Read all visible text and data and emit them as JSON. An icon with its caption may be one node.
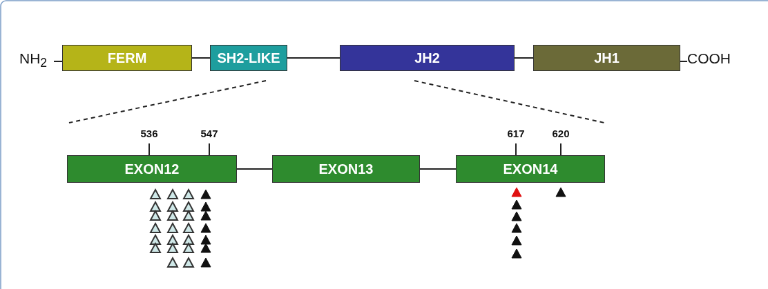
{
  "diagram": {
    "nodes": [
      {
        "text": [
          "NH$_{2}$"
        ]
      },
      {
        "text": [
          "FERM"
        ]
      },
      {
        "text": [
          "SH2-LIKE"
        ]
      },
      {
        "text": [
          "JH2"
        ]
      },
      {
        "text": [
          "JH1"
        ]
      },
      {
        "text": [
          "COOH"
        ]
      },
      {
        "text": [
          "EXON12"
        ]
      },
      {
        "text": [
          "EXON13"
        ]
      },
      {
        "text": [
          "EXON14"
        ]
      }
    ],
    "edges": [
      {
        "from": 0,
        "to": 1,
        "arrow": "none"
      },
      {
        "from": 1,
        "to": 2,
        "arrow": "none"
      },
      {
        "from": 2,
        "to": 3,
        "arrow": "none"
      },
      {
        "from": 3,
        "to": 4,
        "arrow": "none"
      },
      {
        "from": 4,
        "to": 5,
        "arrow": "none"
      },
      {
        "from": 2,
        "to": 6,
        "arrow": "none",
        "style": "dashed"
      },
      {
        "from": 3,
        "to": 8,
        "arrow": "none",
        "style": "dashed"
      },
      {
        "from": 6,
        "to": 7,
        "arrow": "none"
      },
      {
        "from": 7,
        "to": 8,
        "arrow": "none"
      }
    ],
    "labels": [
      "536",
      "547",
      "617",
      "620"
    ]
  }
}
